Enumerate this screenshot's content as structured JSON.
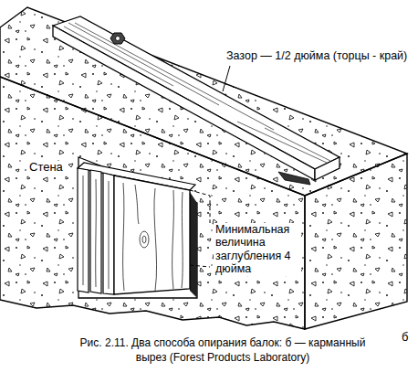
{
  "diagram": {
    "caption": "Рис. 2.11. Два способа опирания балок: б — карманный вырез (Forest Products Laboratory)",
    "labels": [
      "Зазор — 1/2 дюйма (торцы - край)",
      "Стена",
      "Минимальная величина заглубления 4 дюйма",
      "б"
    ]
  }
}
